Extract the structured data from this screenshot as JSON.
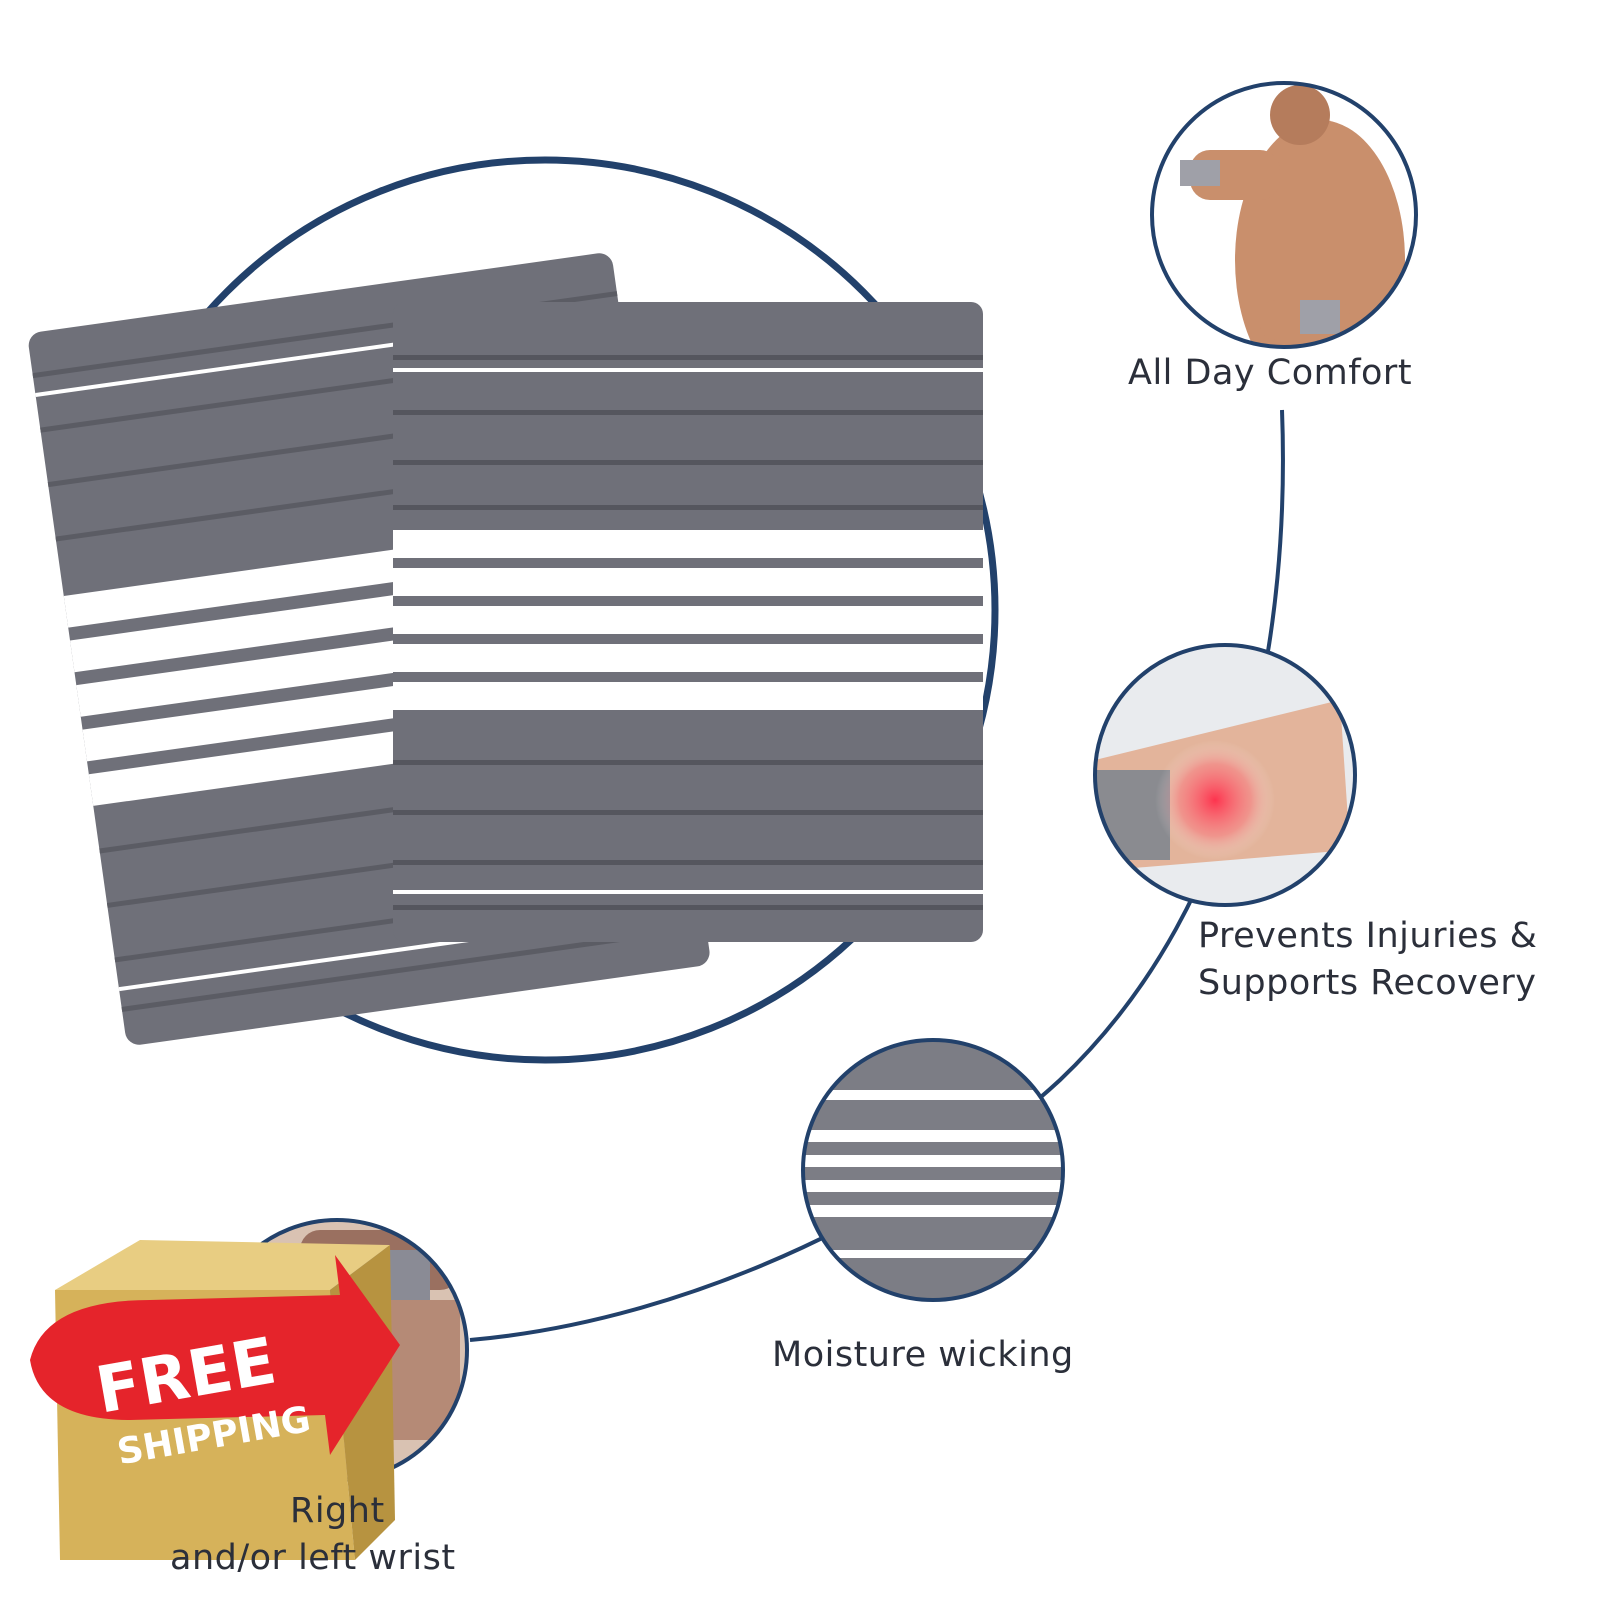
{
  "features": [
    {
      "label": "All Day Comfort"
    },
    {
      "label_line1": "Prevents Injuries &",
      "label_line2": "Supports Recovery"
    },
    {
      "label": "Moisture wicking"
    },
    {
      "label_line1": "Right",
      "label_line2": "and/or left wrist"
    }
  ],
  "badge": {
    "line1": "FREE",
    "line2": "SHIPPING"
  },
  "colors": {
    "accent_navy": "#22416b",
    "band_gray": "#6f7079",
    "badge_red": "#e5242b",
    "box_gold": "#d6b25a"
  },
  "icons": {
    "product": "wrist-wrap-pair-image",
    "comfort": "athlete-wearing-wraps-photo",
    "injury": "wrist-pain-photo",
    "moisture": "fabric-closeup-photo",
    "fit": "wrapping-wrist-photo"
  }
}
